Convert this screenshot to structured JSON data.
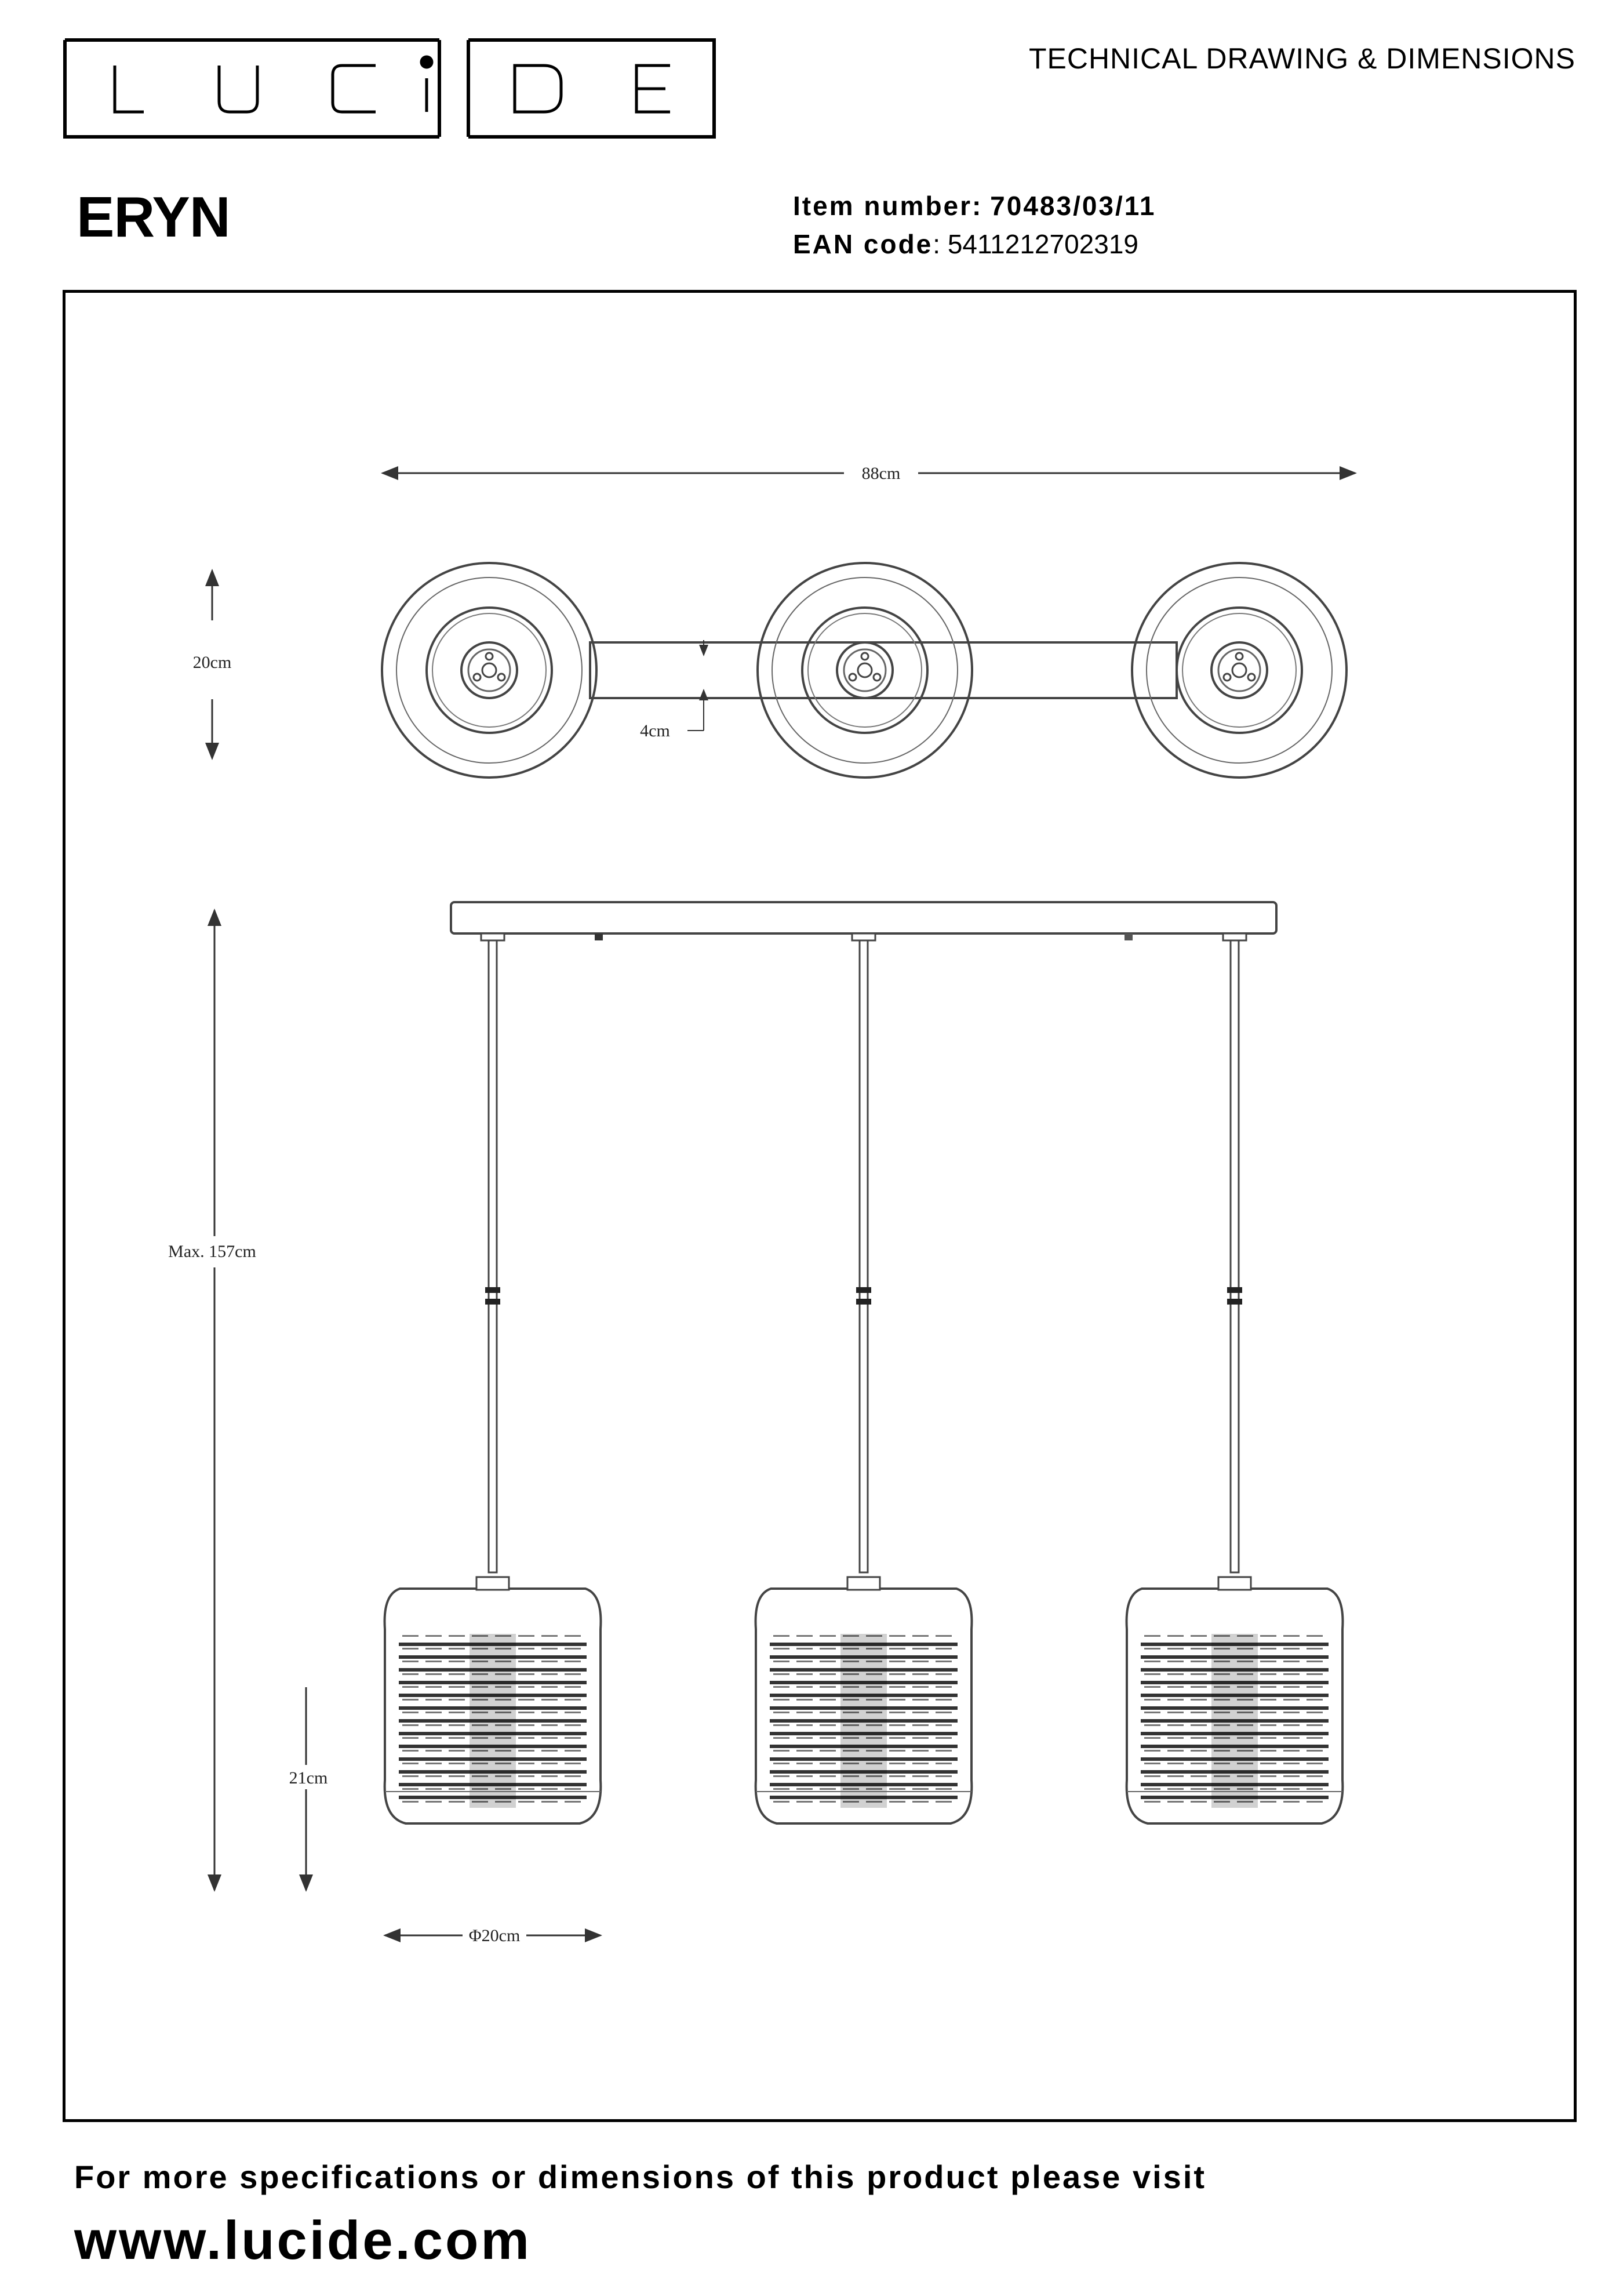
{
  "brand": {
    "logo_text": "LUCIDE"
  },
  "header": {
    "doc_type": "TECHNICAL DRAWING & DIMENSIONS"
  },
  "product": {
    "name": "ERYN",
    "item_label": "Item number:",
    "item_number": "70483/03/11",
    "ean_label": "EAN code",
    "ean_code": ": 5411212702319"
  },
  "dimensions": {
    "width": "88cm",
    "canopy_depth": "20cm",
    "bar_width": "4cm",
    "max_height": "Max. 157cm",
    "shade_height": "21cm",
    "shade_diameter": "Φ20cm"
  },
  "footer": {
    "info": "For more specifications or dimensions of this product please visit",
    "url": "www.lucide.com"
  }
}
